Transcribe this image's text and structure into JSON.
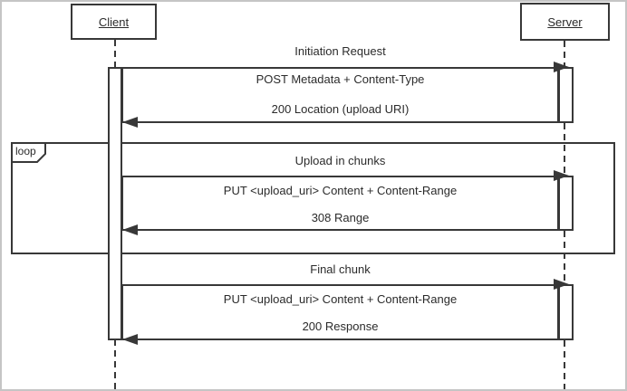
{
  "diagram": {
    "type": "uml-sequence",
    "actors": {
      "client": {
        "label": "Client"
      },
      "server": {
        "label": "Server"
      }
    },
    "loop_fragment": {
      "label": "loop"
    },
    "sections": [
      {
        "title": "Initiation Request",
        "request": "POST Metadata + Content-Type",
        "response": "200 Location (upload URI)"
      },
      {
        "title": "Upload in chunks",
        "request": "PUT <upload_uri> Content + Content-Range",
        "response": "308 Range"
      },
      {
        "title": "Final chunk",
        "request": "PUT <upload_uri> Content + Content-Range",
        "response": "200 Response"
      }
    ],
    "colors": {
      "stroke": "#383838",
      "frame_border": "#c5c5c5",
      "background": "#ffffff"
    }
  }
}
